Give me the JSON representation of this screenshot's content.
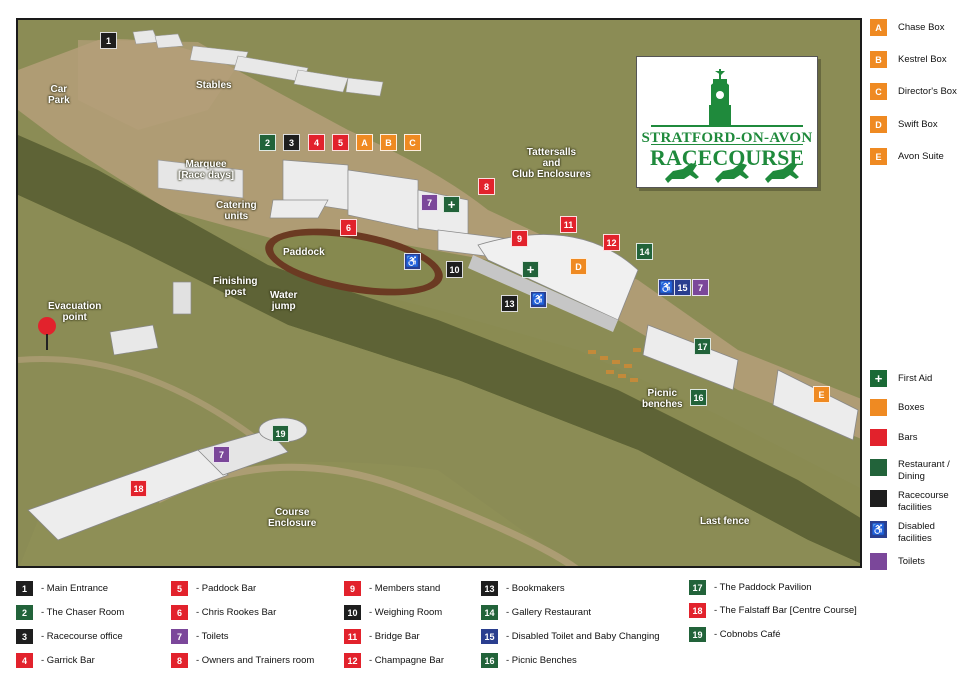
{
  "map": {
    "labels": {
      "car_park": "Car\nPark",
      "stables": "Stables",
      "marquee": "Marquee\n[Race days]",
      "catering": "Catering\nunits",
      "paddock": "Paddock",
      "finishing_post": "Finishing\npost",
      "water_jump": "Water\njump",
      "evacuation": "Evacuation\npoint",
      "tattersalls": "Tattersalls\nand\nClub Enclosures",
      "picnic": "Picnic\nbenches",
      "course_enclosure": "Course\nEnclosure",
      "last_fence": "Last fence"
    },
    "first_aid_symbol": "+",
    "disabled_symbol": "♿",
    "markers": {
      "m1": "1",
      "m2": "2",
      "m3": "3",
      "m4": "4",
      "m5": "5",
      "mA": "A",
      "mB": "B",
      "mC": "C",
      "m7a": "7",
      "m8": "8",
      "m6": "6",
      "m9": "9",
      "m11": "11",
      "m12": "12",
      "mD": "D",
      "m14": "14",
      "m10": "10",
      "m13": "13",
      "m15": "15",
      "m7b": "7",
      "m17": "17",
      "m16": "16",
      "mE": "E",
      "m19": "19",
      "m7c": "7",
      "m18": "18"
    }
  },
  "logo": {
    "line1": "STRATFORD-ON-AVON",
    "line2": "RACECOURSE"
  },
  "boxes_key": [
    {
      "letter": "A",
      "name": "Chase Box"
    },
    {
      "letter": "B",
      "name": "Kestrel Box"
    },
    {
      "letter": "C",
      "name": "Director's Box"
    },
    {
      "letter": "D",
      "name": "Swift Box"
    },
    {
      "letter": "E",
      "name": "Avon Suite"
    }
  ],
  "symbol_key": [
    {
      "name": "First Aid",
      "color": "#1a6a36",
      "symbol": "+"
    },
    {
      "name": "Boxes",
      "color": "#ef8a22",
      "symbol": ""
    },
    {
      "name": "Bars",
      "color": "#e2222c",
      "symbol": ""
    },
    {
      "name": "Restaurant /\nDining",
      "color": "#22633a",
      "symbol": ""
    },
    {
      "name": "Racecourse\nfacilities",
      "color": "#1e1e1e",
      "symbol": ""
    },
    {
      "name": "Disabled\nfacilities",
      "color": "#2a3e8f",
      "symbol": "♿"
    },
    {
      "name": "Toilets",
      "color": "#7b479a",
      "symbol": ""
    }
  ],
  "legend": [
    {
      "num": "1",
      "color": "#1e1e1e",
      "name": "- Main Entrance"
    },
    {
      "num": "2",
      "color": "#22633a",
      "name": "- The Chaser Room"
    },
    {
      "num": "3",
      "color": "#1e1e1e",
      "name": "- Racecourse office"
    },
    {
      "num": "4",
      "color": "#e2222c",
      "name": "- Garrick Bar"
    },
    {
      "num": "5",
      "color": "#e2222c",
      "name": "- Paddock Bar"
    },
    {
      "num": "6",
      "color": "#e2222c",
      "name": "- Chris Rookes Bar"
    },
    {
      "num": "7",
      "color": "#7b479a",
      "name": "- Toilets"
    },
    {
      "num": "8",
      "color": "#e2222c",
      "name": "- Owners and Trainers room"
    },
    {
      "num": "9",
      "color": "#e2222c",
      "name": "- Members stand"
    },
    {
      "num": "10",
      "color": "#1e1e1e",
      "name": "- Weighing Room"
    },
    {
      "num": "11",
      "color": "#e2222c",
      "name": "- Bridge Bar"
    },
    {
      "num": "12",
      "color": "#e2222c",
      "name": "- Champagne Bar"
    },
    {
      "num": "13",
      "color": "#1e1e1e",
      "name": "- Bookmakers"
    },
    {
      "num": "14",
      "color": "#22633a",
      "name": "- Gallery Restaurant"
    },
    {
      "num": "15",
      "color": "#2a3e8f",
      "name": "- Disabled Toilet and Baby Changing"
    },
    {
      "num": "16",
      "color": "#22633a",
      "name": "- Picnic Benches"
    },
    {
      "num": "17",
      "color": "#22633a",
      "name": "- The Paddock Pavilion"
    },
    {
      "num": "18",
      "color": "#e2222c",
      "name": "- The Falstaff Bar [Centre Course]"
    },
    {
      "num": "19",
      "color": "#22633a",
      "name": "- Cobnobs Café"
    }
  ]
}
